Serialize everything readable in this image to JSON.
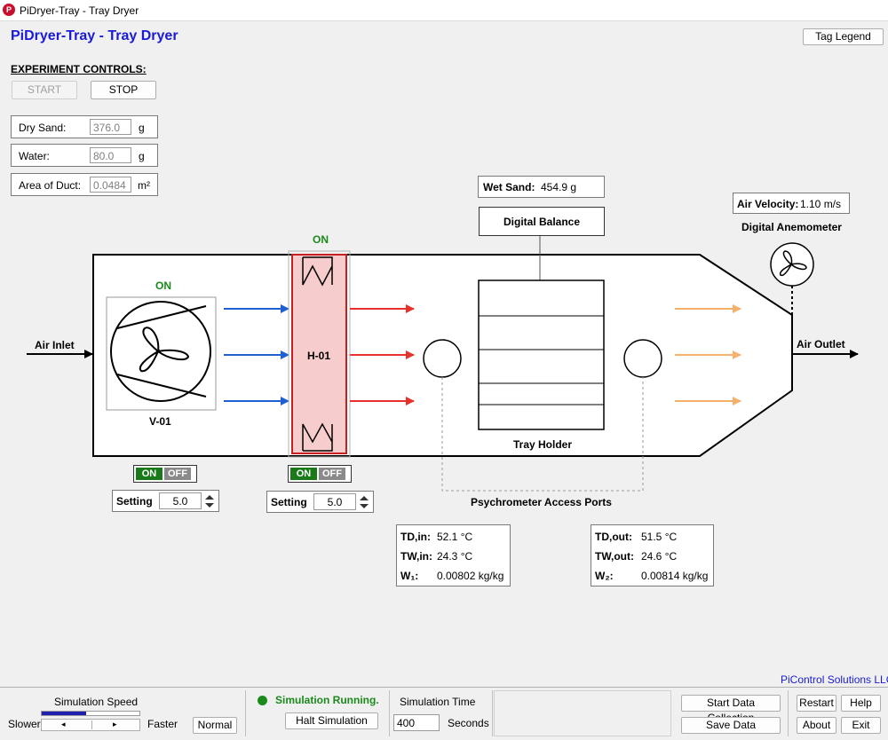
{
  "window": {
    "title": "PiDryer-Tray - Tray Dryer",
    "app_icon": "P"
  },
  "app": {
    "title": "PiDryer-Tray - Tray Dryer",
    "tag_legend_label": "Tag Legend"
  },
  "controls": {
    "heading": "EXPERIMENT CONTROLS:",
    "start_label": "START",
    "stop_label": "STOP",
    "dry_sand": {
      "label": "Dry Sand:",
      "value": "376.0",
      "unit": "g"
    },
    "water": {
      "label": "Water:",
      "value": "80.0",
      "unit": "g"
    },
    "area": {
      "label": "Area of Duct:",
      "value": "0.0484",
      "unit": "m²"
    }
  },
  "diagram": {
    "air_inlet": "Air Inlet",
    "air_outlet": "Air Outlet",
    "fan": {
      "tag": "V-01",
      "status": "ON",
      "on_label": "ON",
      "off_label": "OFF",
      "setting_label": "Setting",
      "setting_value": "5.0"
    },
    "heater": {
      "tag": "H-01",
      "status": "ON",
      "on_label": "ON",
      "off_label": "OFF",
      "setting_label": "Setting",
      "setting_value": "5.0"
    },
    "wet_sand": {
      "label": "Wet Sand:",
      "value": "454.9 g"
    },
    "balance_label": "Digital Balance",
    "tray_holder_label": "Tray Holder",
    "air_velocity": {
      "label": "Air Velocity:",
      "value": "1.10 m/s"
    },
    "anemometer_label": "Digital Anemometer",
    "psychrometer_label": "Psychrometer Access Ports",
    "inlet_readings": [
      {
        "label": "TD,in:",
        "value": "52.1 °C"
      },
      {
        "label": "TW,in:",
        "value": "24.3 °C"
      },
      {
        "label": "W₁:",
        "value": "0.00802 kg/kg"
      }
    ],
    "outlet_readings": [
      {
        "label": "TD,out:",
        "value": "51.5 °C"
      },
      {
        "label": "TW,out:",
        "value": "24.6 °C"
      },
      {
        "label": "W₂:",
        "value": "0.00814 kg/kg"
      }
    ],
    "colors": {
      "cold_air": "#1f5fd0",
      "hot_air": "#e8312f",
      "exhaust_air": "#f5b06a",
      "heater_fill": "#f7cccc",
      "heater_border": "#c82020"
    }
  },
  "footer": {
    "company": "PiControl Solutions LLC",
    "sim_speed_label": "Simulation Speed",
    "slower_label": "Slower",
    "faster_label": "Faster",
    "normal_label": "Normal",
    "speed_level": 0.45,
    "status_text": "Simulation Running.",
    "halt_label": "Halt Simulation",
    "sim_time_label": "Simulation Time",
    "sim_time_value": "400",
    "seconds_label": "Seconds",
    "start_collection_label": "Start Data Collection",
    "save_data_label": "Save Data",
    "restart_label": "Restart",
    "help_label": "Help",
    "about_label": "About",
    "exit_label": "Exit"
  }
}
